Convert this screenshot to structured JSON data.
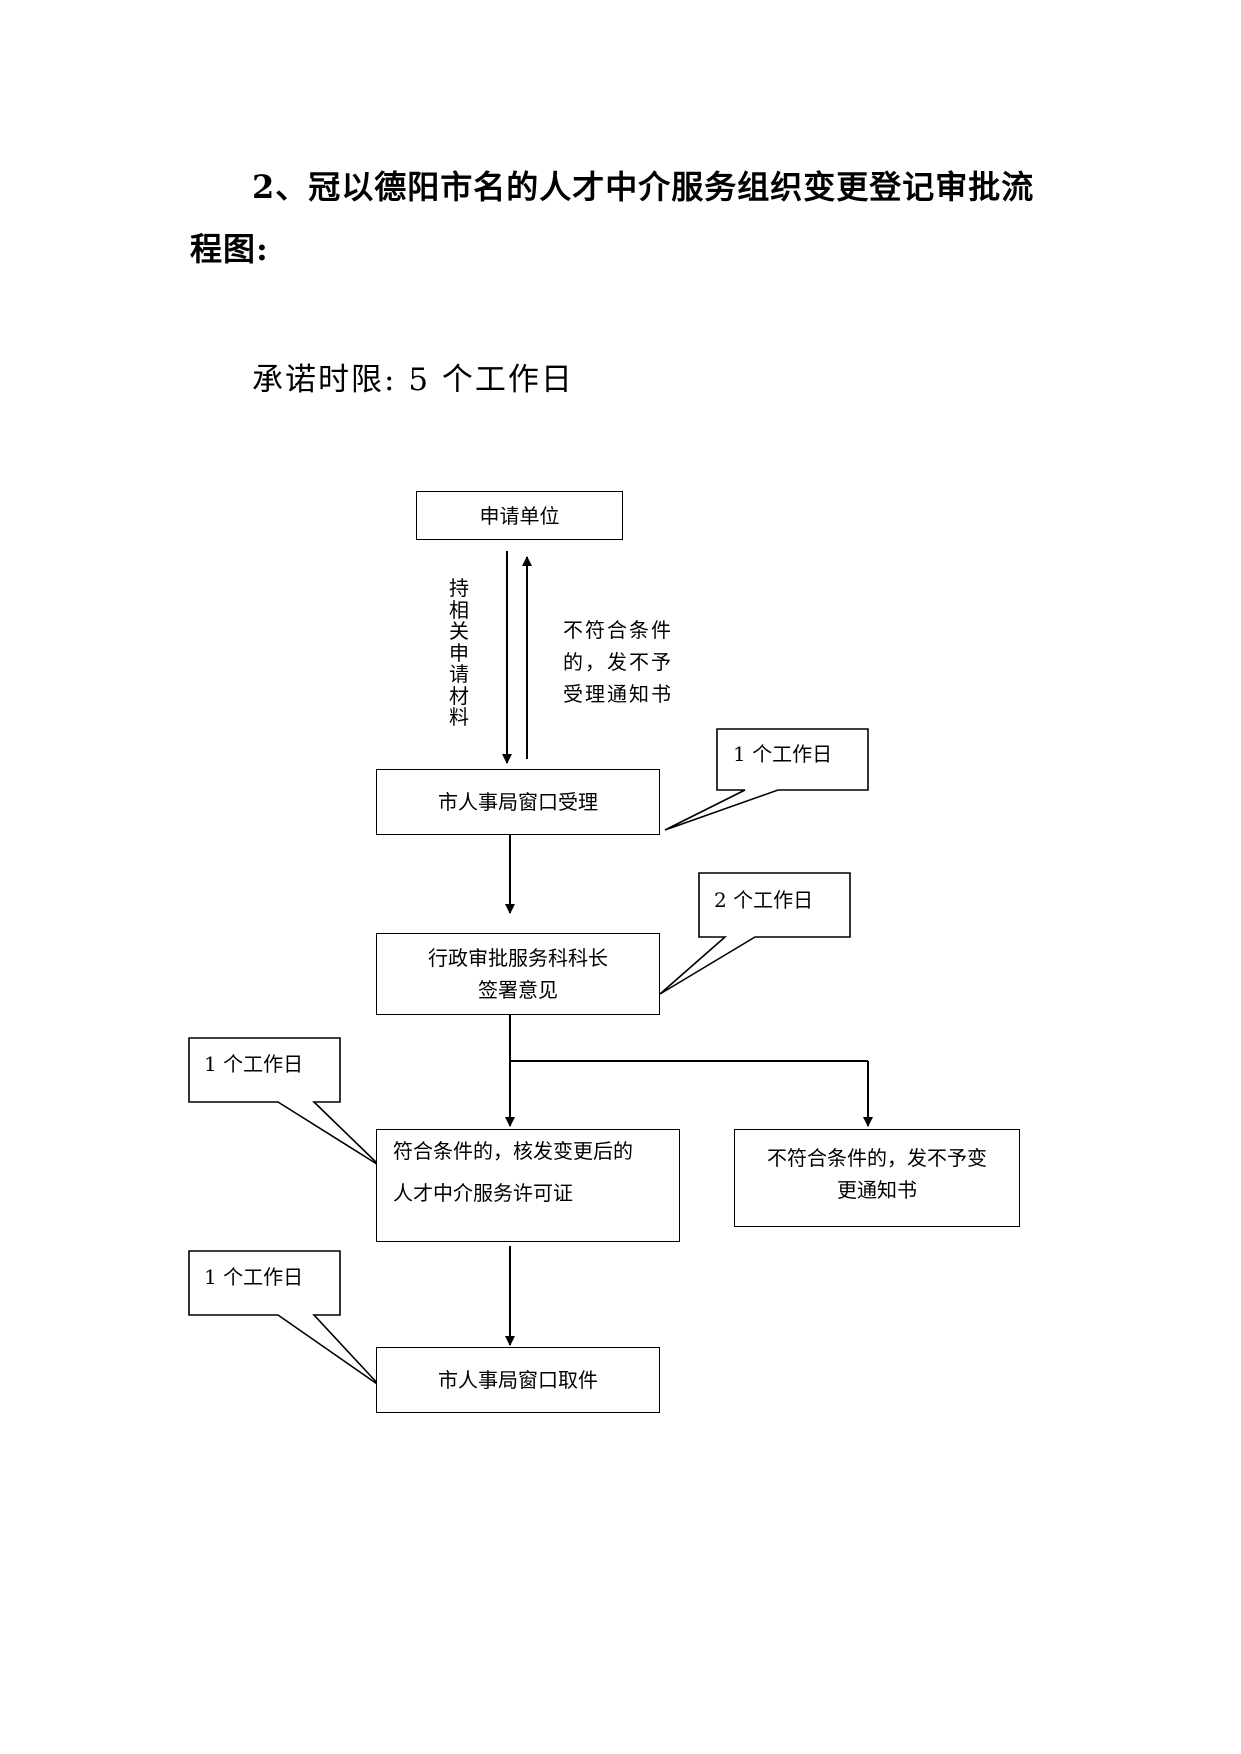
{
  "document": {
    "title_line1": "2、冠以德阳市名的人才中介服务组织变更登记审批流",
    "title_line2": "程图:",
    "deadline_label": "承诺时限:",
    "deadline_value": "5 个工作日"
  },
  "flowchart": {
    "nodes": {
      "applicant": "申请单位",
      "window_accept": "市人事局窗口受理",
      "review_line1": "行政审批服务科科长",
      "review_line2": "签署意见",
      "approve_line1": "符合条件的，核发变更后的",
      "approve_line2": "人才中介服务许可证",
      "reject_line1": "不符合条件的，发不予变",
      "reject_line2": "更通知书",
      "window_pickup": "市人事局窗口取件"
    },
    "edge_labels": {
      "submit_materials": "持相关申请材料",
      "not_accepted_line1": "不符合条件",
      "not_accepted_line2": "的，发不予",
      "not_accepted_line3": "受理通知书"
    },
    "callouts": {
      "accept_days": "1 个工作日",
      "review_days": "2 个工作日",
      "approve_days": "1 个工作日",
      "pickup_days": "1 个工作日"
    }
  }
}
